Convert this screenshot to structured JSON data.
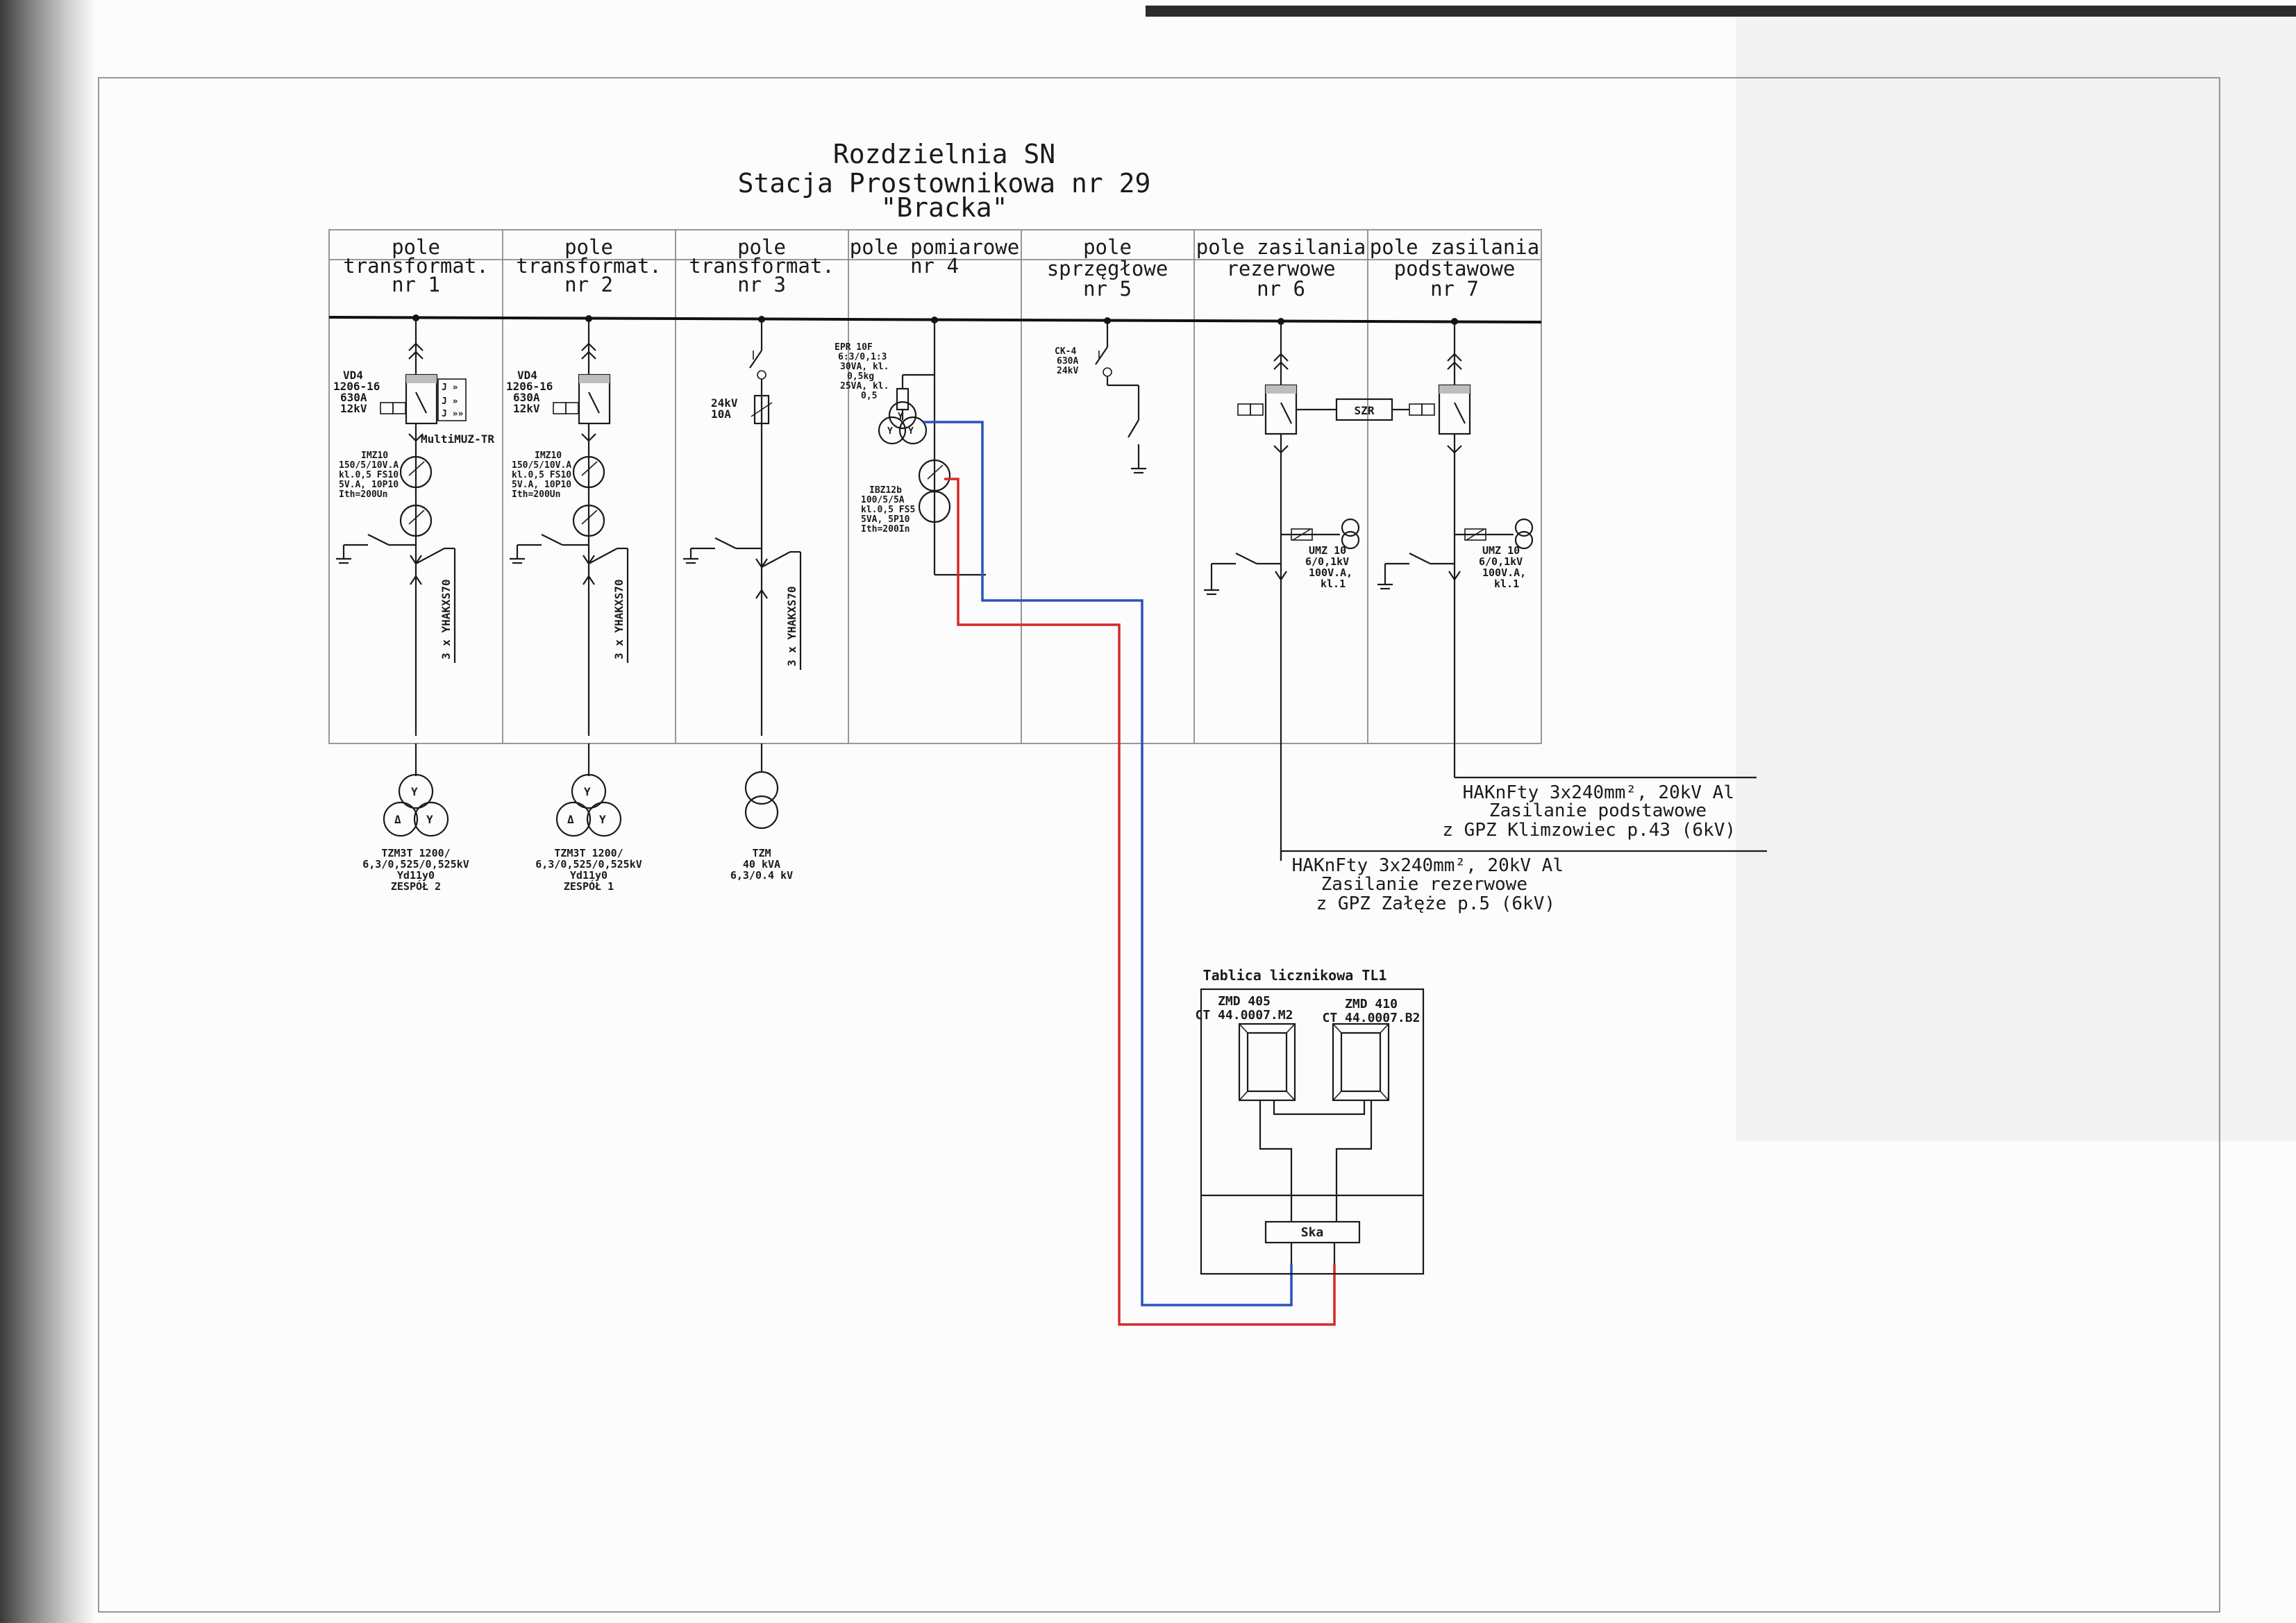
{
  "title": {
    "line1": "Rozdzielnia SN",
    "line2": "Stacja Prostownikowa nr 29",
    "line3": "\"Bracka\""
  },
  "fields": [
    {
      "l1": "pole",
      "l2": "transformat.",
      "l3": "nr 1"
    },
    {
      "l1": "pole",
      "l2": "transformat.",
      "l3": "nr 2"
    },
    {
      "l1": "pole",
      "l2": "transformat.",
      "l3": "nr 3"
    },
    {
      "l1": "pole pomiarowe",
      "l2": "nr 4",
      "l3": ""
    },
    {
      "l1": "pole",
      "l2": "sprzęgłowe",
      "l3": "nr 5"
    },
    {
      "l1": "pole zasilania",
      "l2": "rezerwowe",
      "l3": "nr 6"
    },
    {
      "l1": "pole zasilania",
      "l2": "podstawowe",
      "l3": "nr 7"
    }
  ],
  "f1": {
    "breaker": [
      "VD4",
      "1206-16",
      "630A",
      "12kV"
    ],
    "relay": [
      "J »",
      "J »",
      "J »»"
    ],
    "relay_name": "MultiMUZ-TR",
    "ct": [
      "IMZ10",
      "150/5/10V.A,",
      "kl.0,5 FS10",
      "5V.A, 10P10",
      "Ith=200Un"
    ],
    "cable": "3 x YHAKXS70",
    "transformer": [
      "TZM3T 1200/",
      "6,3/0,525/0,525kV",
      "Yd11y0",
      "ZESPÓŁ 2"
    ]
  },
  "f2": {
    "breaker": [
      "VD4",
      "1206-16",
      "630A",
      "12kV"
    ],
    "ct": [
      "IMZ10",
      "150/5/10V.A,",
      "kl.0,5 FS10",
      "5V.A, 10P10",
      "Ith=200Un"
    ],
    "cable": "3 x YHAKXS70",
    "transformer": [
      "TZM3T 1200/",
      "6,3/0,525/0,525kV",
      "Yd11y0",
      "ZESPÓŁ 1"
    ]
  },
  "f3": {
    "fuse": [
      "24kV",
      "10A"
    ],
    "cable": "3 x YHAKXS70",
    "transformer": [
      "TZM",
      "40 kVA",
      "6,3/0.4 kV"
    ]
  },
  "f4": {
    "vt": [
      "EPR 10F",
      "6:3/0,1:3",
      "30VA, kl.",
      "0,5kg",
      "25VA, kl.",
      "0,5"
    ],
    "ct": [
      "IBZ12b",
      "100/5/5A",
      "kl.0,5 FS5",
      "5VA, 5P10",
      "Ith=200In"
    ]
  },
  "f5": {
    "switch": [
      "CK-4",
      "630A",
      "24kV"
    ]
  },
  "szr": "SZR",
  "f6": {
    "umz": [
      "UMZ 10",
      "6/0,1kV",
      "100V.A,",
      "kl.1"
    ]
  },
  "f7": {
    "umz": [
      "UMZ 10",
      "6/0,1kV",
      "100V.A,",
      "kl.1"
    ]
  },
  "cable_main": [
    "HAKnFty 3x240mm², 20kV Al",
    "Zasilanie podstawowe",
    "z GPZ Klimzowiec p.43 (6kV)"
  ],
  "cable_reserve": [
    "HAKnFty 3x240mm², 20kV Al",
    "Zasilanie rezerwowe",
    "z GPZ Załęże p.5 (6kV)"
  ],
  "meter_board": {
    "title": "Tablica licznikowa TL1",
    "meters": [
      {
        "name": "ZMD 405",
        "ct": "CT 44.0007.M2"
      },
      {
        "name": "ZMD 410",
        "ct": "CT 44.0007.B2"
      }
    ],
    "box": "Ska"
  },
  "colors": {
    "wire_blue": "#2a52be",
    "wire_red": "#d62828",
    "ink": "#1a1a1a"
  }
}
